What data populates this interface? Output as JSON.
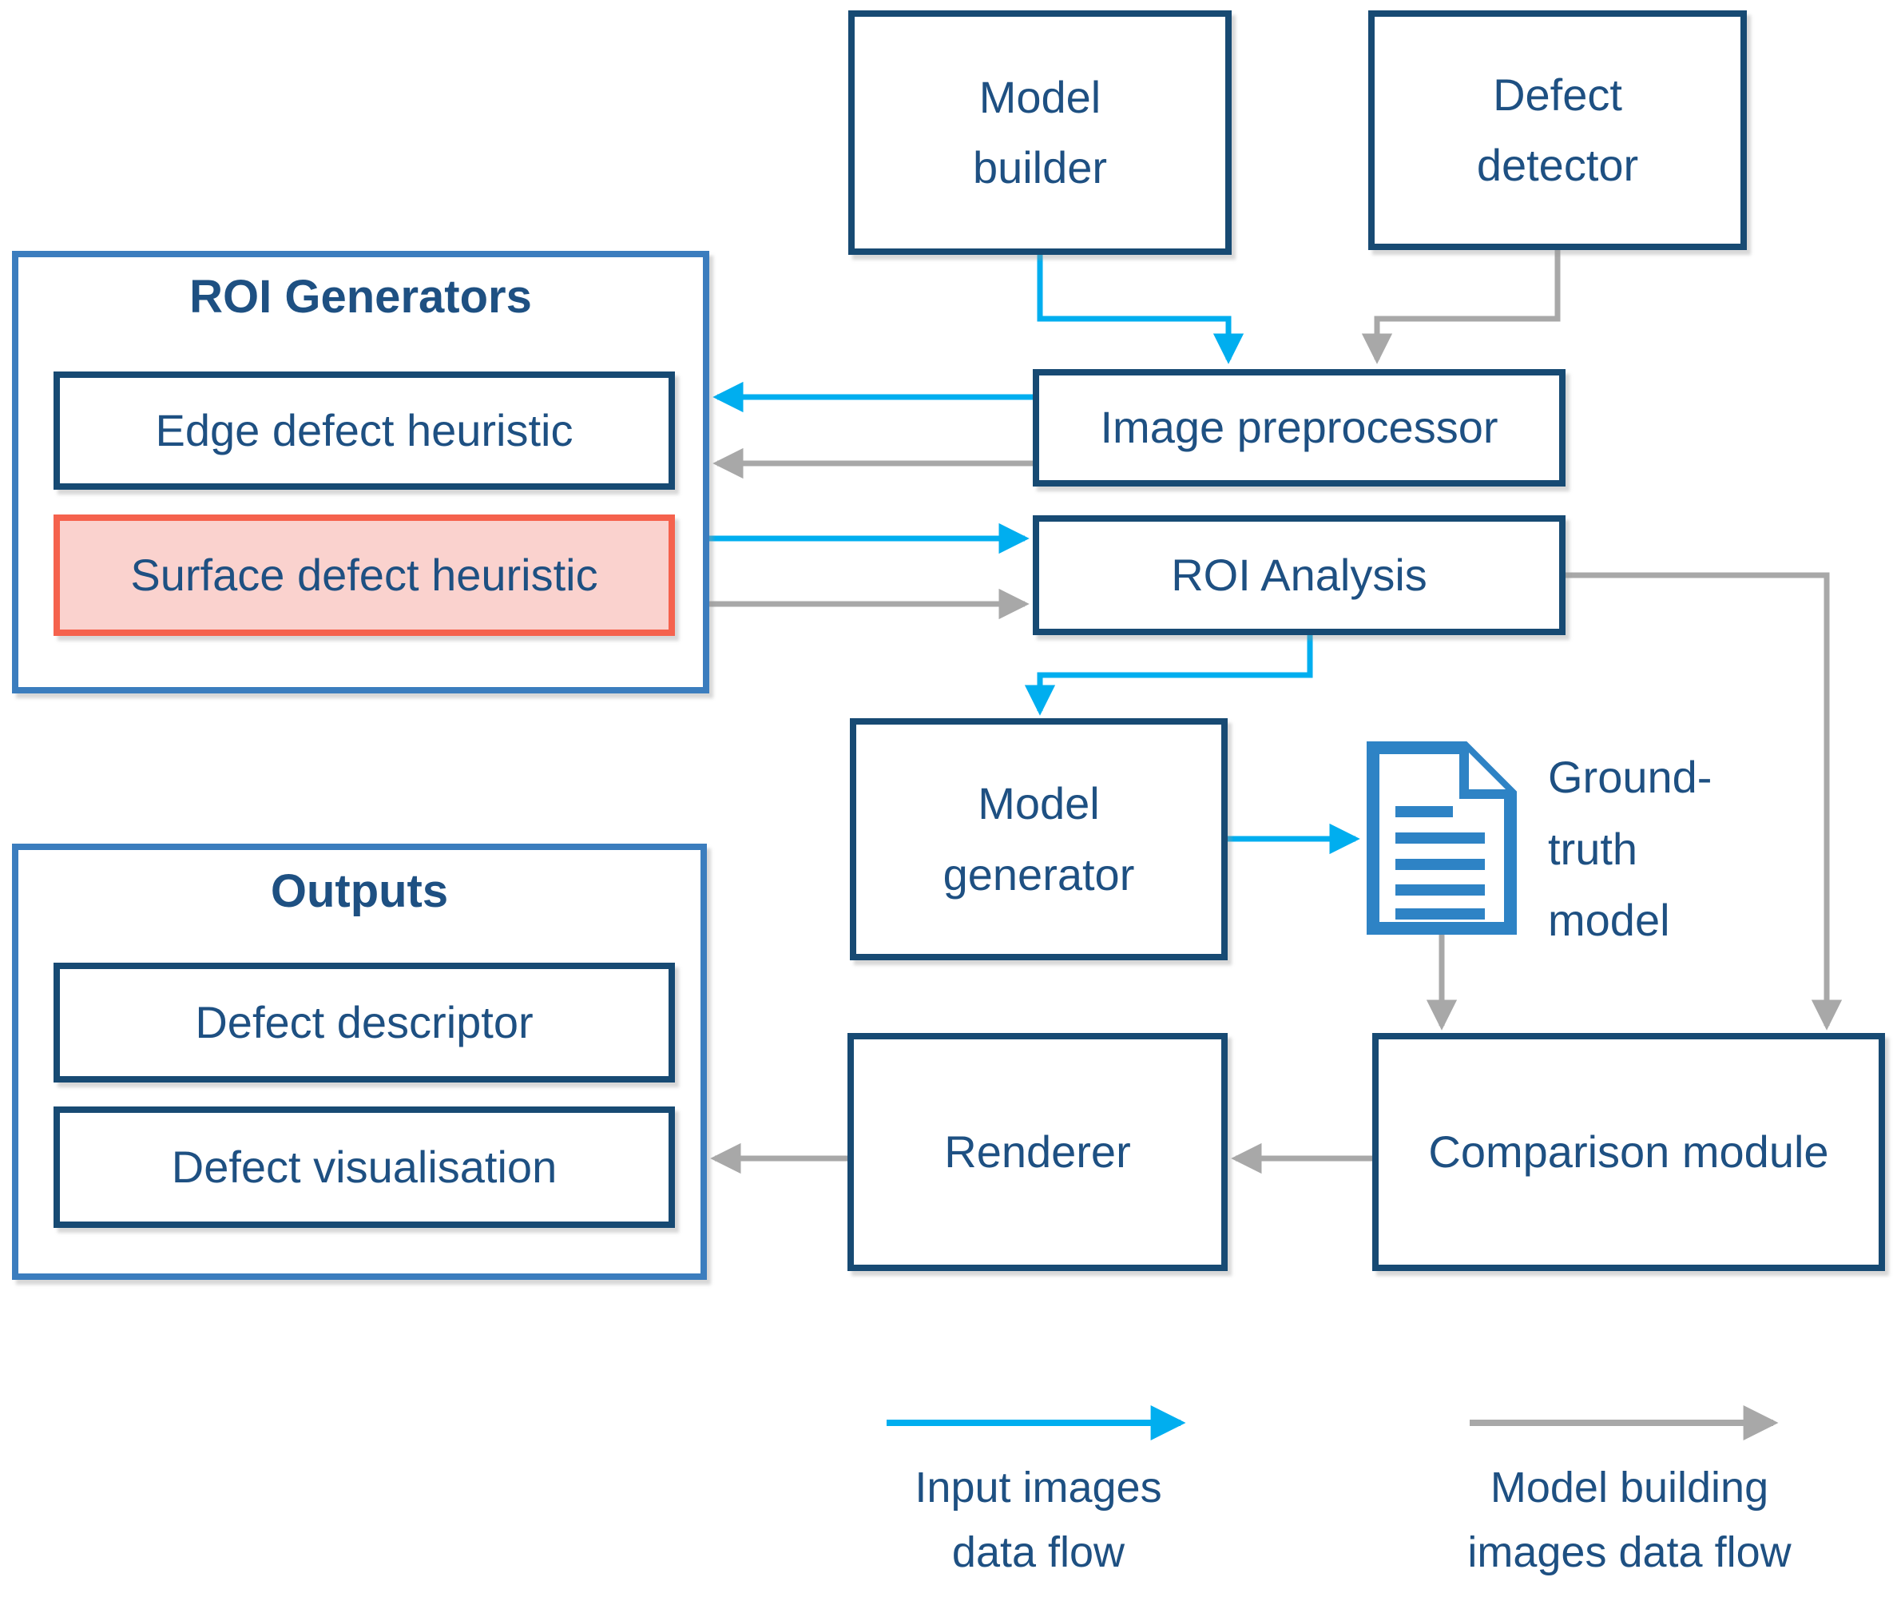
{
  "diagram": {
    "nodes": {
      "model_builder": {
        "lines": [
          "Model",
          "builder"
        ]
      },
      "defect_detector": {
        "lines": [
          "Defect",
          "detector"
        ]
      },
      "roi_generators": {
        "title": "ROI Generators"
      },
      "edge_heuristic": {
        "lines": [
          "Edge defect heuristic"
        ]
      },
      "surface_heuristic": {
        "lines": [
          "Surface defect heuristic"
        ]
      },
      "image_preprocessor": {
        "lines": [
          "Image preprocessor"
        ]
      },
      "roi_analysis": {
        "lines": [
          "ROI Analysis"
        ]
      },
      "model_generator": {
        "lines": [
          "Model",
          "generator"
        ]
      },
      "ground_truth_model": {
        "lines": [
          "Ground-",
          "truth",
          "model"
        ]
      },
      "outputs": {
        "title": "Outputs"
      },
      "defect_descriptor": {
        "lines": [
          "Defect descriptor"
        ]
      },
      "defect_visualisation": {
        "lines": [
          "Defect visualisation"
        ]
      },
      "renderer": {
        "lines": [
          "Renderer"
        ]
      },
      "comparison_module": {
        "lines": [
          "Comparison module"
        ]
      }
    },
    "icons": {
      "ground_truth": "document-icon"
    },
    "legend": {
      "input_flow": {
        "lines": [
          "Input images",
          "data flow"
        ],
        "color": "#00AEEF"
      },
      "model_flow": {
        "lines": [
          "Model building",
          "images data flow"
        ],
        "color": "#A8A8A8"
      }
    },
    "colors": {
      "node_border": "#174A73",
      "node_text": "#1E5082",
      "container_border": "#3B7DBE",
      "highlight_border": "#F5624D",
      "highlight_fill": "#FAD2CE",
      "input_flow_arrow": "#00AEEF",
      "model_flow_arrow": "#A8A8A8",
      "document_icon": "#2E83C5"
    }
  }
}
